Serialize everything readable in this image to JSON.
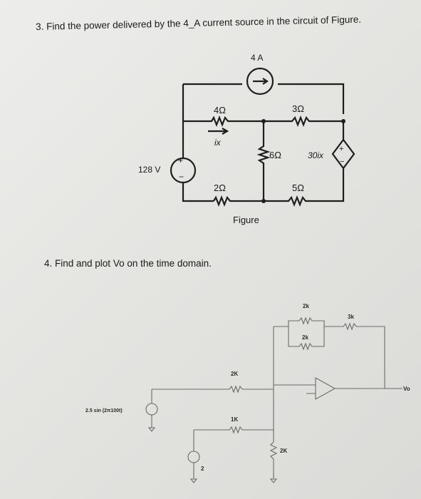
{
  "problem3": {
    "text": "3. Find the power delivered by the 4_A current source in the circuit of Figure.",
    "labels": {
      "source_4a": "4 A",
      "r_4ohm": "4Ω",
      "r_3ohm": "3Ω",
      "r_6ohm": "6Ω",
      "r_2ohm": "2Ω",
      "r_5ohm": "5Ω",
      "v_128": "128 V",
      "current_ix": "ix",
      "dep_source": "30ix",
      "plus": "+",
      "minus": "−",
      "figure_caption": "Figure"
    }
  },
  "problem4": {
    "text": "4. Find and plot Vo on the time domain.",
    "labels": {
      "source": "2.5 sin (2π100t)",
      "source2": "2",
      "r_2k_top": "2k",
      "r_2k_mid": "2k",
      "r_3k": "3k",
      "r_2K_a": "2K",
      "r_1K": "1K",
      "r_2K_b": "2K",
      "output": "Vo"
    }
  }
}
